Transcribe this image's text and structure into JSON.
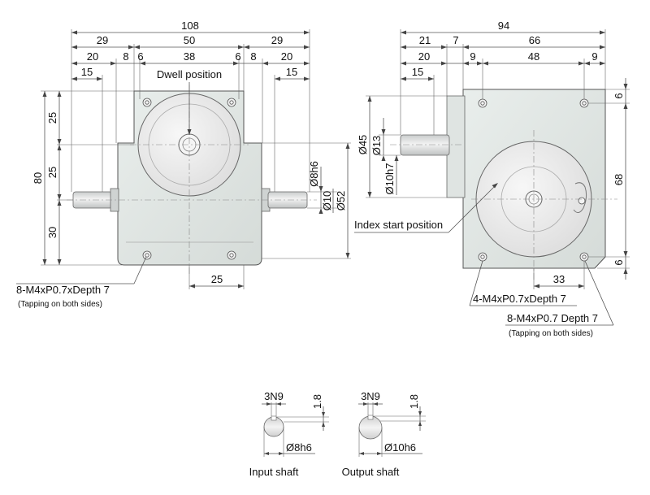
{
  "colors": {
    "body_fill": "#e3e8e6",
    "body_stroke": "#666666",
    "disc_fill": "#ededed",
    "shaft_fill": "#d9dcdc",
    "line": "#555555"
  },
  "front_view": {
    "dims_top": {
      "overall": "108",
      "left": "29",
      "mid": "50",
      "right": "29",
      "row2": [
        "20",
        "8",
        "6",
        "38",
        "6",
        "8",
        "20"
      ],
      "left15": "15",
      "right15": "15"
    },
    "dims_left": {
      "overall": "80",
      "a": "25",
      "b": "25",
      "c": "30"
    },
    "dims_right": {
      "shaft_dia": "Ø8h6",
      "dia10": "Ø10",
      "dia52": "Ø52"
    },
    "dims_bottom": {
      "width": "25"
    },
    "label_dwell": "Dwell position",
    "callout_tapping": "8-M4xP0.7xDepth 7",
    "callout_note": "(Tapping on both sides)"
  },
  "side_view": {
    "dims_top": {
      "overall": "94",
      "a": "21",
      "b": "7",
      "c": "66",
      "row2": [
        "20",
        "9",
        "48",
        "9"
      ],
      "left15": "15"
    },
    "dims_left": {
      "d45": "Ø45",
      "d13": "Ø13",
      "d10h7": "Ø10h7"
    },
    "dims_right": {
      "top": "6",
      "mid": "68",
      "bottom": "6"
    },
    "dims_bottom": {
      "width": "33"
    },
    "label_index": "Index start position",
    "callout_4m4": "4-M4xP0.7xDepth 7",
    "callout_8m4": "8-M4xP0.7 Depth 7",
    "callout_note": "(Tapping on both sides)"
  },
  "shafts": {
    "input": {
      "key": "3N9",
      "depth": "1.8",
      "dia": "Ø8h6",
      "caption": "Input shaft"
    },
    "output": {
      "key": "3N9",
      "depth": "1.8",
      "dia": "Ø10h6",
      "caption": "Output shaft"
    }
  }
}
